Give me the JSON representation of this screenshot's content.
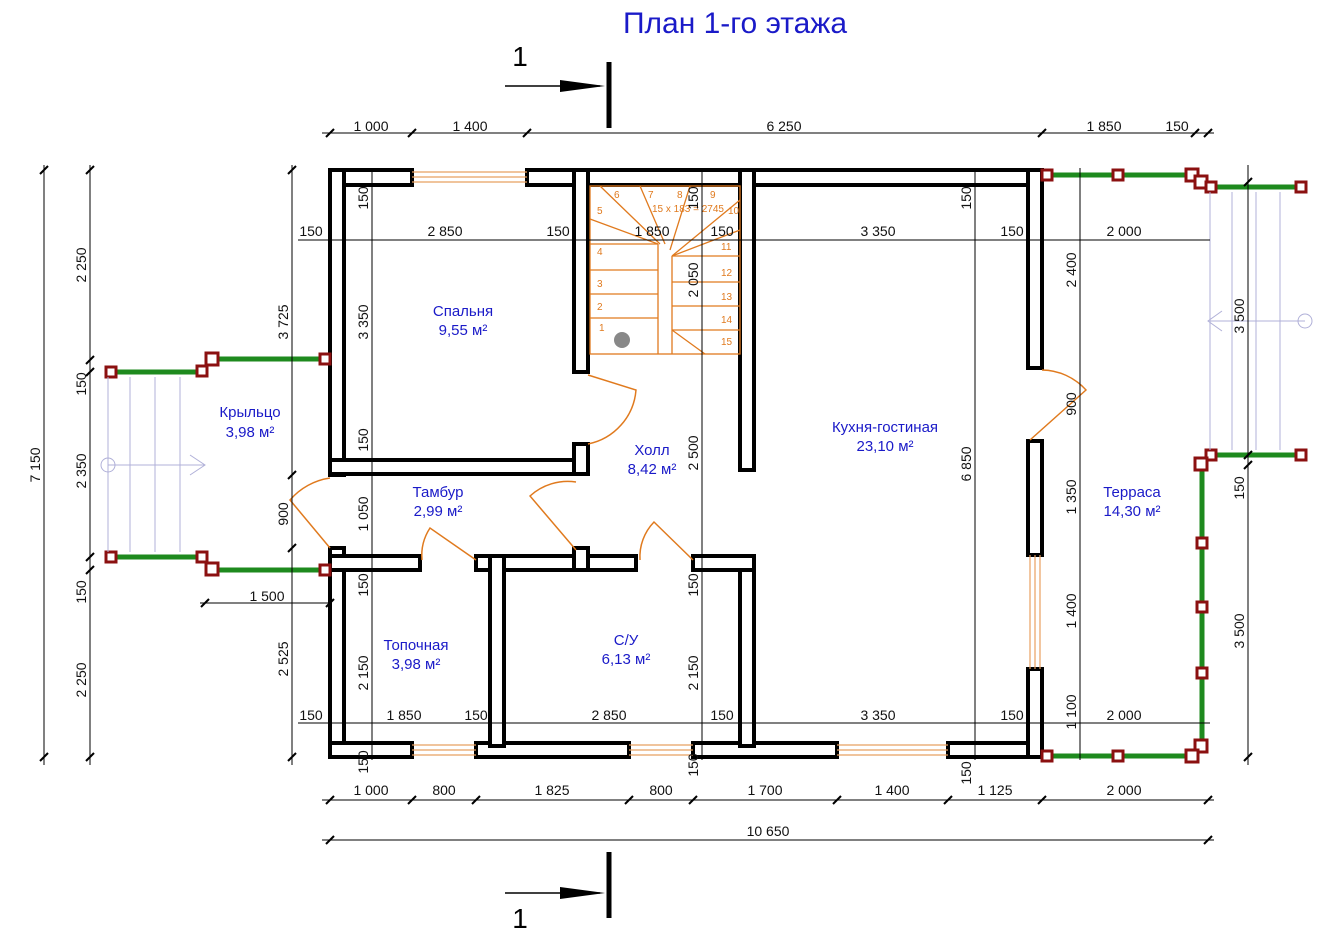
{
  "title": "План 1-го этажа",
  "section_mark": "1",
  "rooms": [
    {
      "name": "Спальня",
      "area": "9,55 м²"
    },
    {
      "name": "Холл",
      "area": "8,42 м²"
    },
    {
      "name": "Кухня-гостиная",
      "area": "23,10 м²"
    },
    {
      "name": "Крыльцо",
      "area": "3,98 м²"
    },
    {
      "name": "Тамбур",
      "area": "2,99 м²"
    },
    {
      "name": "Топочная",
      "area": "3,98 м²"
    },
    {
      "name": "С/У",
      "area": "6,13 м²"
    },
    {
      "name": "Терраса",
      "area": "14,30 м²"
    }
  ],
  "stair_label": "15 x 183 = 2745",
  "stair_steps": [
    "1",
    "2",
    "3",
    "4",
    "5",
    "6",
    "7",
    "8",
    "9",
    "10",
    "11",
    "12",
    "13",
    "14",
    "15"
  ],
  "dims": {
    "top_chain": [
      "1 000",
      "1 400",
      "6 250",
      "1 850",
      "150"
    ],
    "bottom_chain": [
      "1 000",
      "800",
      "1 825",
      "800",
      "1 700",
      "1 400",
      "1 125",
      "2 000"
    ],
    "overall_width": "10 650",
    "left_outer": [
      "7 150"
    ],
    "left_chain": [
      "2 250",
      "150",
      "2 350",
      "150",
      "2 250"
    ],
    "left_walls": [
      "3 725",
      "900",
      "2 525"
    ],
    "porch_width": "1 500",
    "upper_row": [
      "150",
      "2 850",
      "150",
      "1 850",
      "150",
      "3 350",
      "150",
      "2 000"
    ],
    "lower_row": [
      "150",
      "1 850",
      "150",
      "2 850",
      "150",
      "3 350",
      "150",
      "2 000"
    ],
    "interior_vertical": [
      "150",
      "3 350",
      "150",
      "1 050",
      "150",
      "2 150",
      "150",
      "150",
      "2 050",
      "2 500",
      "150",
      "2 150",
      "150",
      "6 850",
      "150",
      "150"
    ],
    "right_chain": [
      "2 400",
      "900",
      "1 350",
      "1 400",
      "1 100"
    ],
    "terrace_right": [
      "3 500",
      "150",
      "3 500"
    ]
  }
}
